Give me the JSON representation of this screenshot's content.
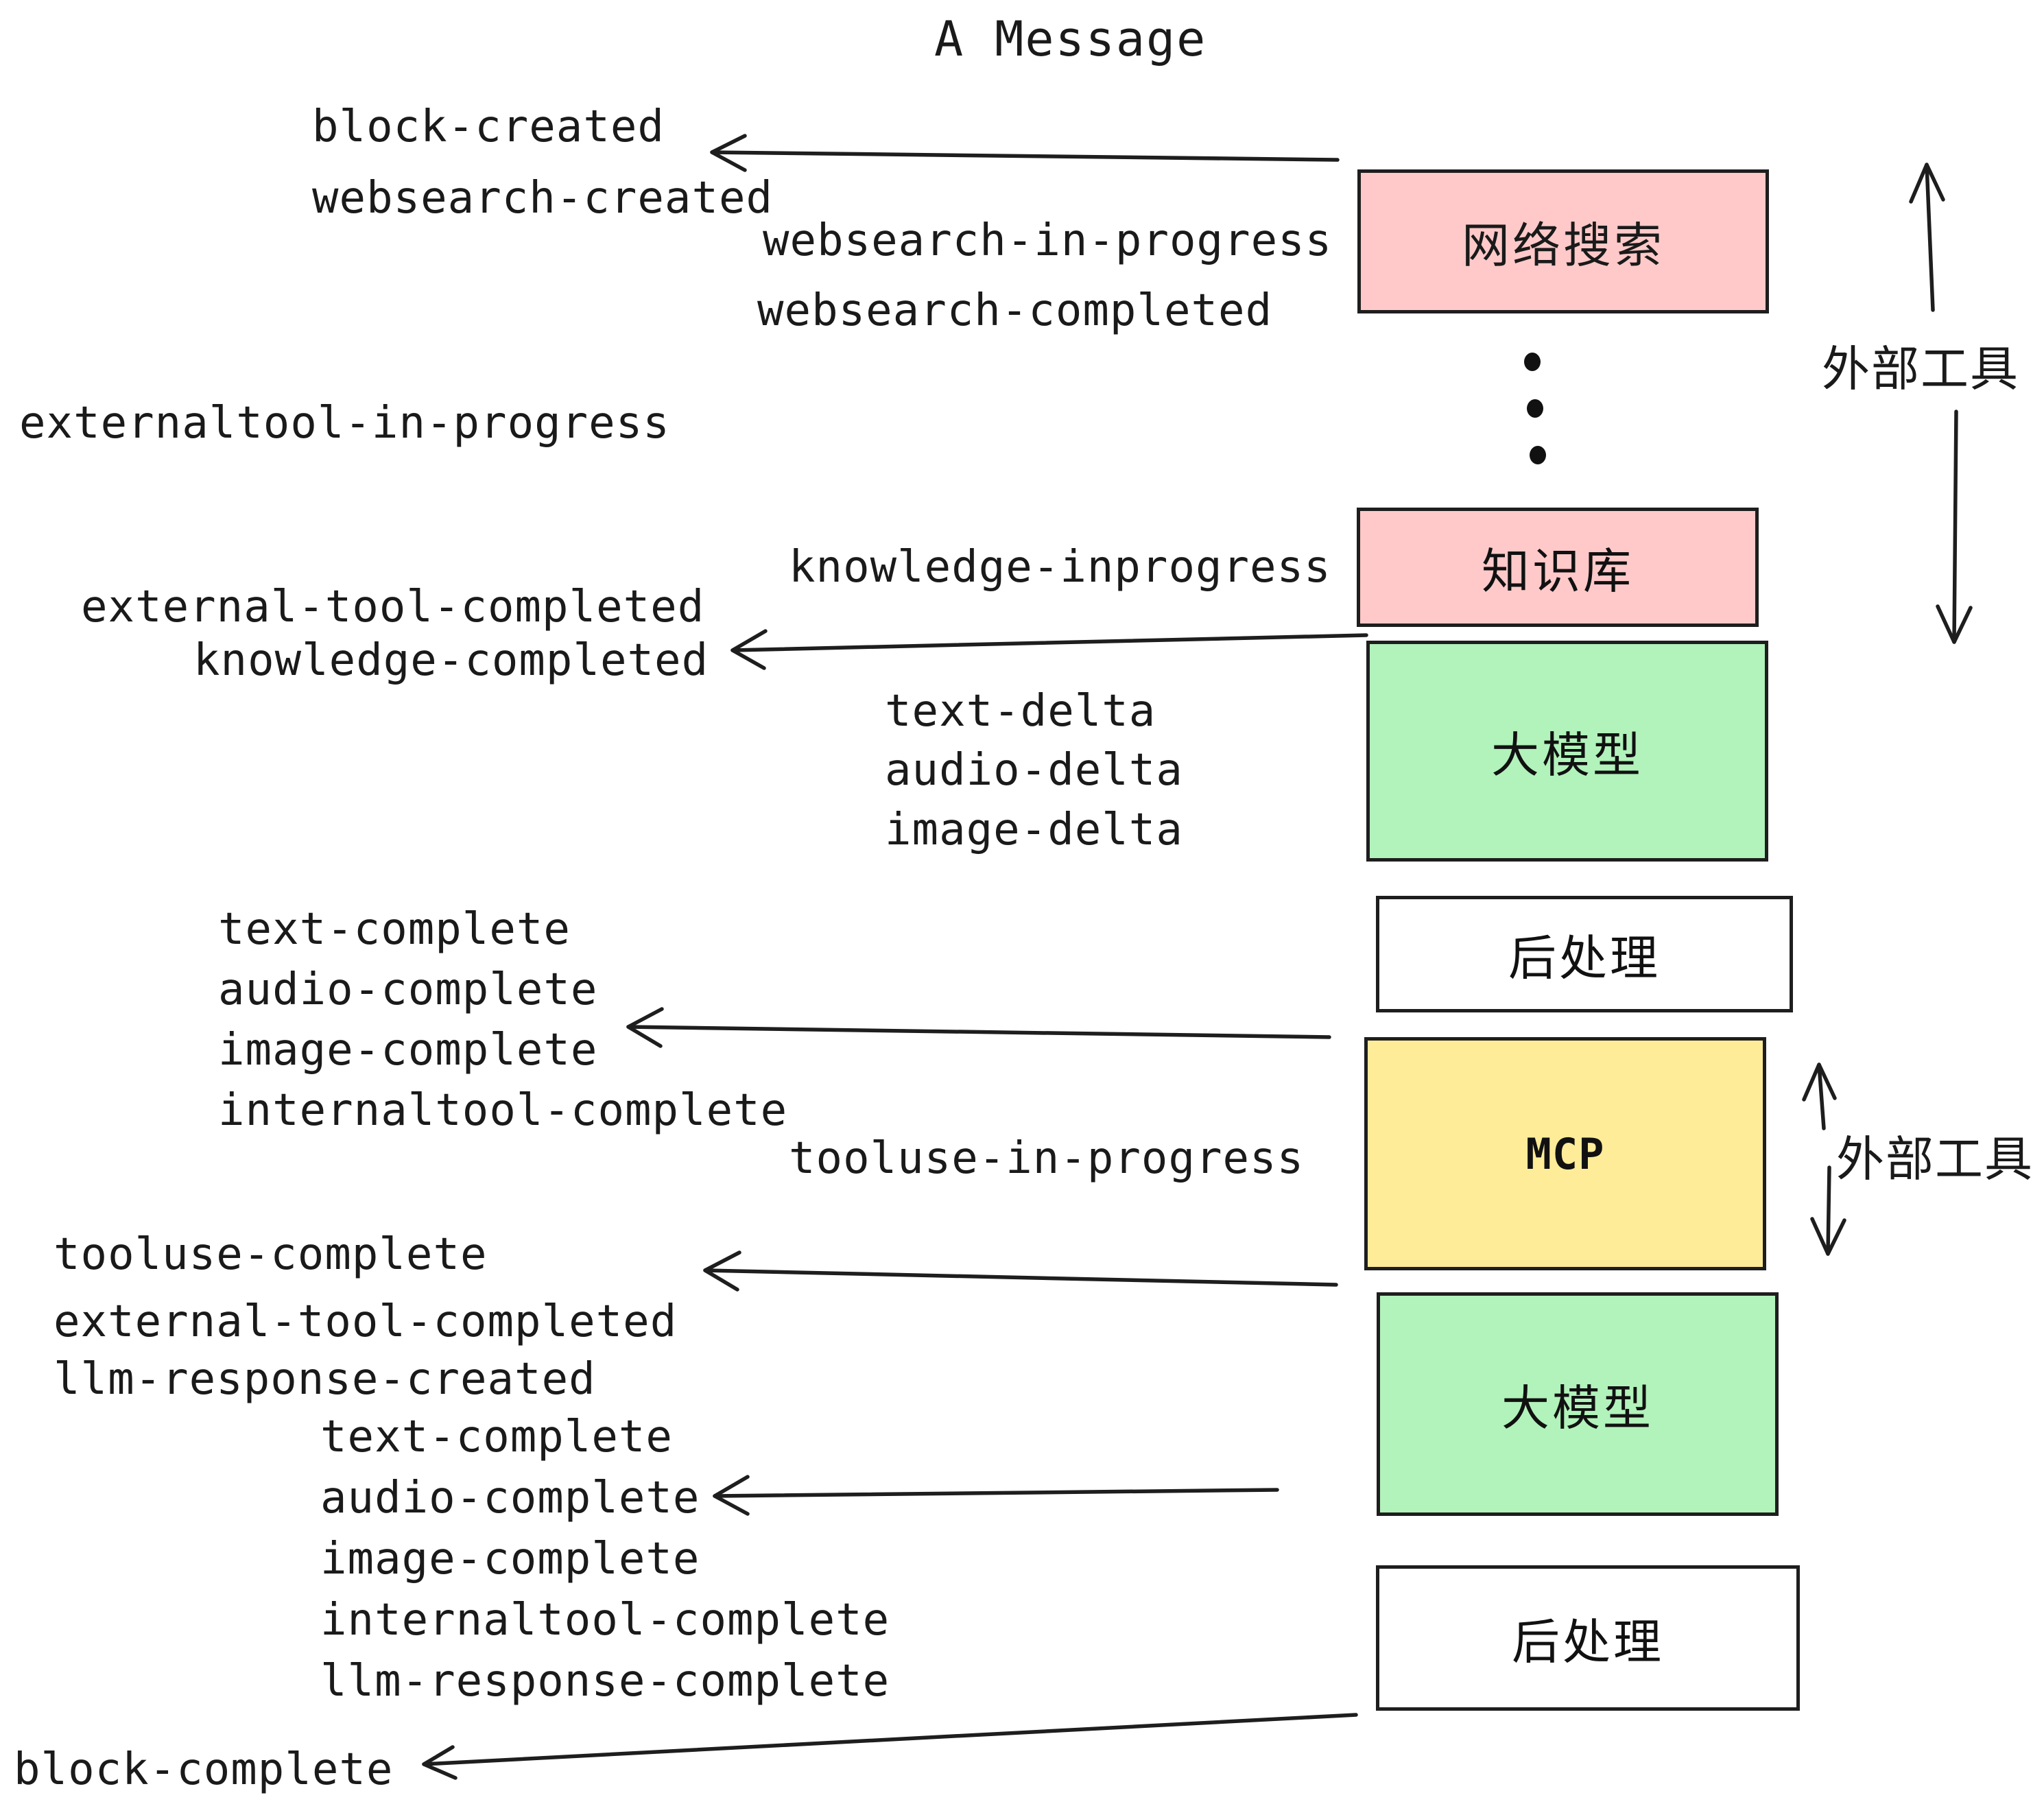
{
  "title": "A Message",
  "palette": {
    "box_pink": "#ffc9c9",
    "box_green": "#b2f2bb",
    "box_yellow": "#ffec99",
    "box_white": "#ffffff",
    "stroke": "#1e1e1e",
    "text": "#1a1a1a"
  },
  "nodes": [
    {
      "id": "websearch",
      "label": "网络搜索",
      "color": "#ffc9c9"
    },
    {
      "id": "knowledge",
      "label": "知识库",
      "color": "#ffc9c9"
    },
    {
      "id": "llm-1",
      "label": "大模型",
      "color": "#b2f2bb"
    },
    {
      "id": "postprocess-1",
      "label": "后处理",
      "color": "#ffffff"
    },
    {
      "id": "mcp",
      "label": "MCP",
      "color": "#ffec99"
    },
    {
      "id": "llm-2",
      "label": "大模型",
      "color": "#b2f2bb"
    },
    {
      "id": "postprocess-2",
      "label": "后处理",
      "color": "#ffffff"
    }
  ],
  "side_labels": [
    {
      "id": "external-tools-1",
      "text": "外部工具"
    },
    {
      "id": "external-tools-2",
      "text": "外部工具"
    }
  ],
  "event_labels": [
    {
      "id": "block-created",
      "text": "block-created"
    },
    {
      "id": "websearch-created",
      "text": "websearch-created"
    },
    {
      "id": "websearch-in-progress",
      "text": "websearch-in-progress"
    },
    {
      "id": "websearch-completed",
      "text": "websearch-completed"
    },
    {
      "id": "externaltool-in-progress",
      "text": "externaltool-in-progress"
    },
    {
      "id": "knowledge-inprogress",
      "text": "knowledge-inprogress"
    },
    {
      "id": "external-tool-completed-1",
      "text": "external-tool-completed"
    },
    {
      "id": "knowledge-completed",
      "text": "knowledge-completed"
    },
    {
      "id": "text-delta-1",
      "text": "text-delta"
    },
    {
      "id": "audio-delta-1",
      "text": "audio-delta"
    },
    {
      "id": "image-delta-1",
      "text": "image-delta"
    },
    {
      "id": "text-complete-1",
      "text": "text-complete"
    },
    {
      "id": "audio-complete-1",
      "text": "audio-complete"
    },
    {
      "id": "image-complete-1",
      "text": "image-complete"
    },
    {
      "id": "internaltool-complete-1",
      "text": "internaltool-complete"
    },
    {
      "id": "tooluse-in-progress",
      "text": "tooluse-in-progress"
    },
    {
      "id": "tooluse-complete",
      "text": "tooluse-complete"
    },
    {
      "id": "external-tool-completed-2",
      "text": "external-tool-completed"
    },
    {
      "id": "llm-response-created",
      "text": "llm-response-created"
    },
    {
      "id": "text-complete-2",
      "text": "text-complete"
    },
    {
      "id": "audio-complete-2",
      "text": "audio-complete"
    },
    {
      "id": "image-complete-2",
      "text": "image-complete"
    },
    {
      "id": "internaltool-complete-2",
      "text": "internaltool-complete"
    },
    {
      "id": "llm-response-complete",
      "text": "llm-response-complete"
    },
    {
      "id": "block-complete",
      "text": "block-complete"
    }
  ],
  "arrows": [
    {
      "id": "arrow-to-block-created",
      "direction": "left",
      "from": "网络搜索",
      "to": "block-created / websearch-created"
    },
    {
      "id": "arrow-to-knowledge-completed",
      "direction": "left",
      "from": "知识库",
      "to": "external-tool-completed / knowledge-completed"
    },
    {
      "id": "arrow-to-image-complete",
      "direction": "left",
      "from": "MCP",
      "to": "image-complete"
    },
    {
      "id": "arrow-to-tooluse-complete",
      "direction": "left",
      "from": "大模型",
      "to": "tooluse-complete / external-tool-completed"
    },
    {
      "id": "arrow-to-audio-complete",
      "direction": "left",
      "from": "大模型",
      "to": "audio-complete"
    },
    {
      "id": "arrow-to-block-complete",
      "direction": "down-left",
      "from": "后处理",
      "to": "block-complete"
    },
    {
      "id": "external-tools-1-up-arrow",
      "direction": "up"
    },
    {
      "id": "external-tools-1-down-arrow",
      "direction": "down"
    },
    {
      "id": "external-tools-2-up-arrow",
      "direction": "up"
    },
    {
      "id": "external-tools-2-down-arrow",
      "direction": "down"
    }
  ]
}
